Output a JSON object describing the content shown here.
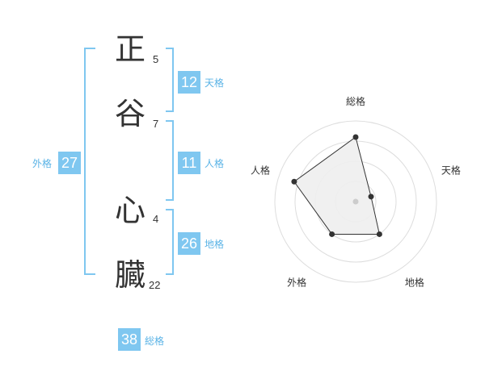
{
  "name": {
    "chars": [
      {
        "char": "正",
        "strokes": "5"
      },
      {
        "char": "谷",
        "strokes": "7"
      },
      {
        "char": "心",
        "strokes": "4"
      },
      {
        "char": "臓",
        "strokes": "22"
      }
    ]
  },
  "grids": {
    "tenkaku": {
      "value": "12",
      "label": "天格"
    },
    "jinkaku": {
      "value": "11",
      "label": "人格"
    },
    "chikaku": {
      "value": "26",
      "label": "地格"
    },
    "gaikaku": {
      "value": "27",
      "label": "外格"
    },
    "soukaku": {
      "value": "38",
      "label": "総格"
    }
  },
  "colors": {
    "bracket": "#7fc7f0",
    "badge": "#7fc7f0",
    "label": "#5ab3e6",
    "radar_fill": "#eeeeee",
    "radar_line": "#333333"
  },
  "chart_data": {
    "type": "radar",
    "axes": [
      "総格",
      "天格",
      "地格",
      "外格",
      "人格"
    ],
    "values": [
      0.8,
      0.2,
      0.5,
      0.5,
      0.8
    ],
    "max": 1.0,
    "rings": 4
  }
}
